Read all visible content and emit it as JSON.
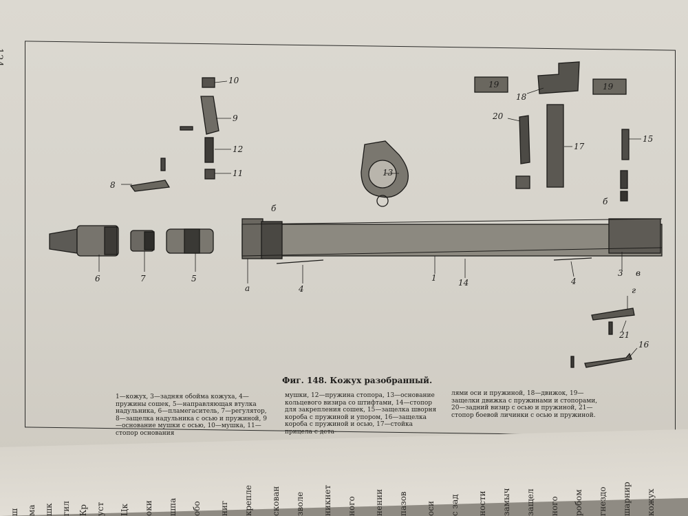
{
  "page_number": "124",
  "figure": {
    "title": "Фиг. 148. Кожух разобранный.",
    "labels": {
      "l_6a": "6",
      "l_7": "7",
      "l_5": "5",
      "l_a": "а",
      "l_4a": "4",
      "l_1": "1",
      "l_14": "14",
      "l_4b": "4",
      "l_3": "3",
      "l_v": "в",
      "l_b1": "б",
      "l_b2": "б",
      "l_10": "10",
      "l_9": "9",
      "l_12": "12",
      "l_11": "11",
      "l_8": "8",
      "l_13": "13",
      "l_19a": "19",
      "l_18": "18",
      "l_19b": "19",
      "l_20": "20",
      "l_17": "17",
      "l_15": "15",
      "l_g": "г",
      "l_21": "21",
      "l_16": "16"
    }
  },
  "caption": {
    "col1": "1—кожух, 3—задняя обойма кожуха, 4—пружины сошек, 5—направляющая втулка надульника, 6—пламегаситель, 7—регулятор, 8—защелка надульника с осью и пружиной, 9—основание мушки с осью, 10—мушка, 11—стопор основания",
    "col2": "мушки, 12—пружина стопора, 13—основание кольцевого визира со штифтами, 14—стопор для закрепления сошек, 15—защелка шворня короба с пружиной и упором, 16—защелка короба с пружиной и осью, 17—стойка прицела с дета-",
    "col3": "лями оси и пружиной, 18—движок, 19—защелки движка с пружинами и стопорами, 20—задний визир с осью и пружиной, 21—стопор боевой личинки с осью и пружиной."
  },
  "lower_page_text": [
    "кожух",
    "шарнир",
    "гнездо",
    "робом",
    "ного",
    "защел",
    "замыч",
    "ности",
    "с зад",
    "оси",
    "пазов",
    "нении",
    "ного",
    "никнет",
    "зволе",
    "скован",
    "крепле",
    "ниг",
    "обо",
    "шпа",
    "оки",
    "Цк",
    "уст",
    "Кр",
    "гил",
    "шк",
    "ма",
    "ш"
  ]
}
